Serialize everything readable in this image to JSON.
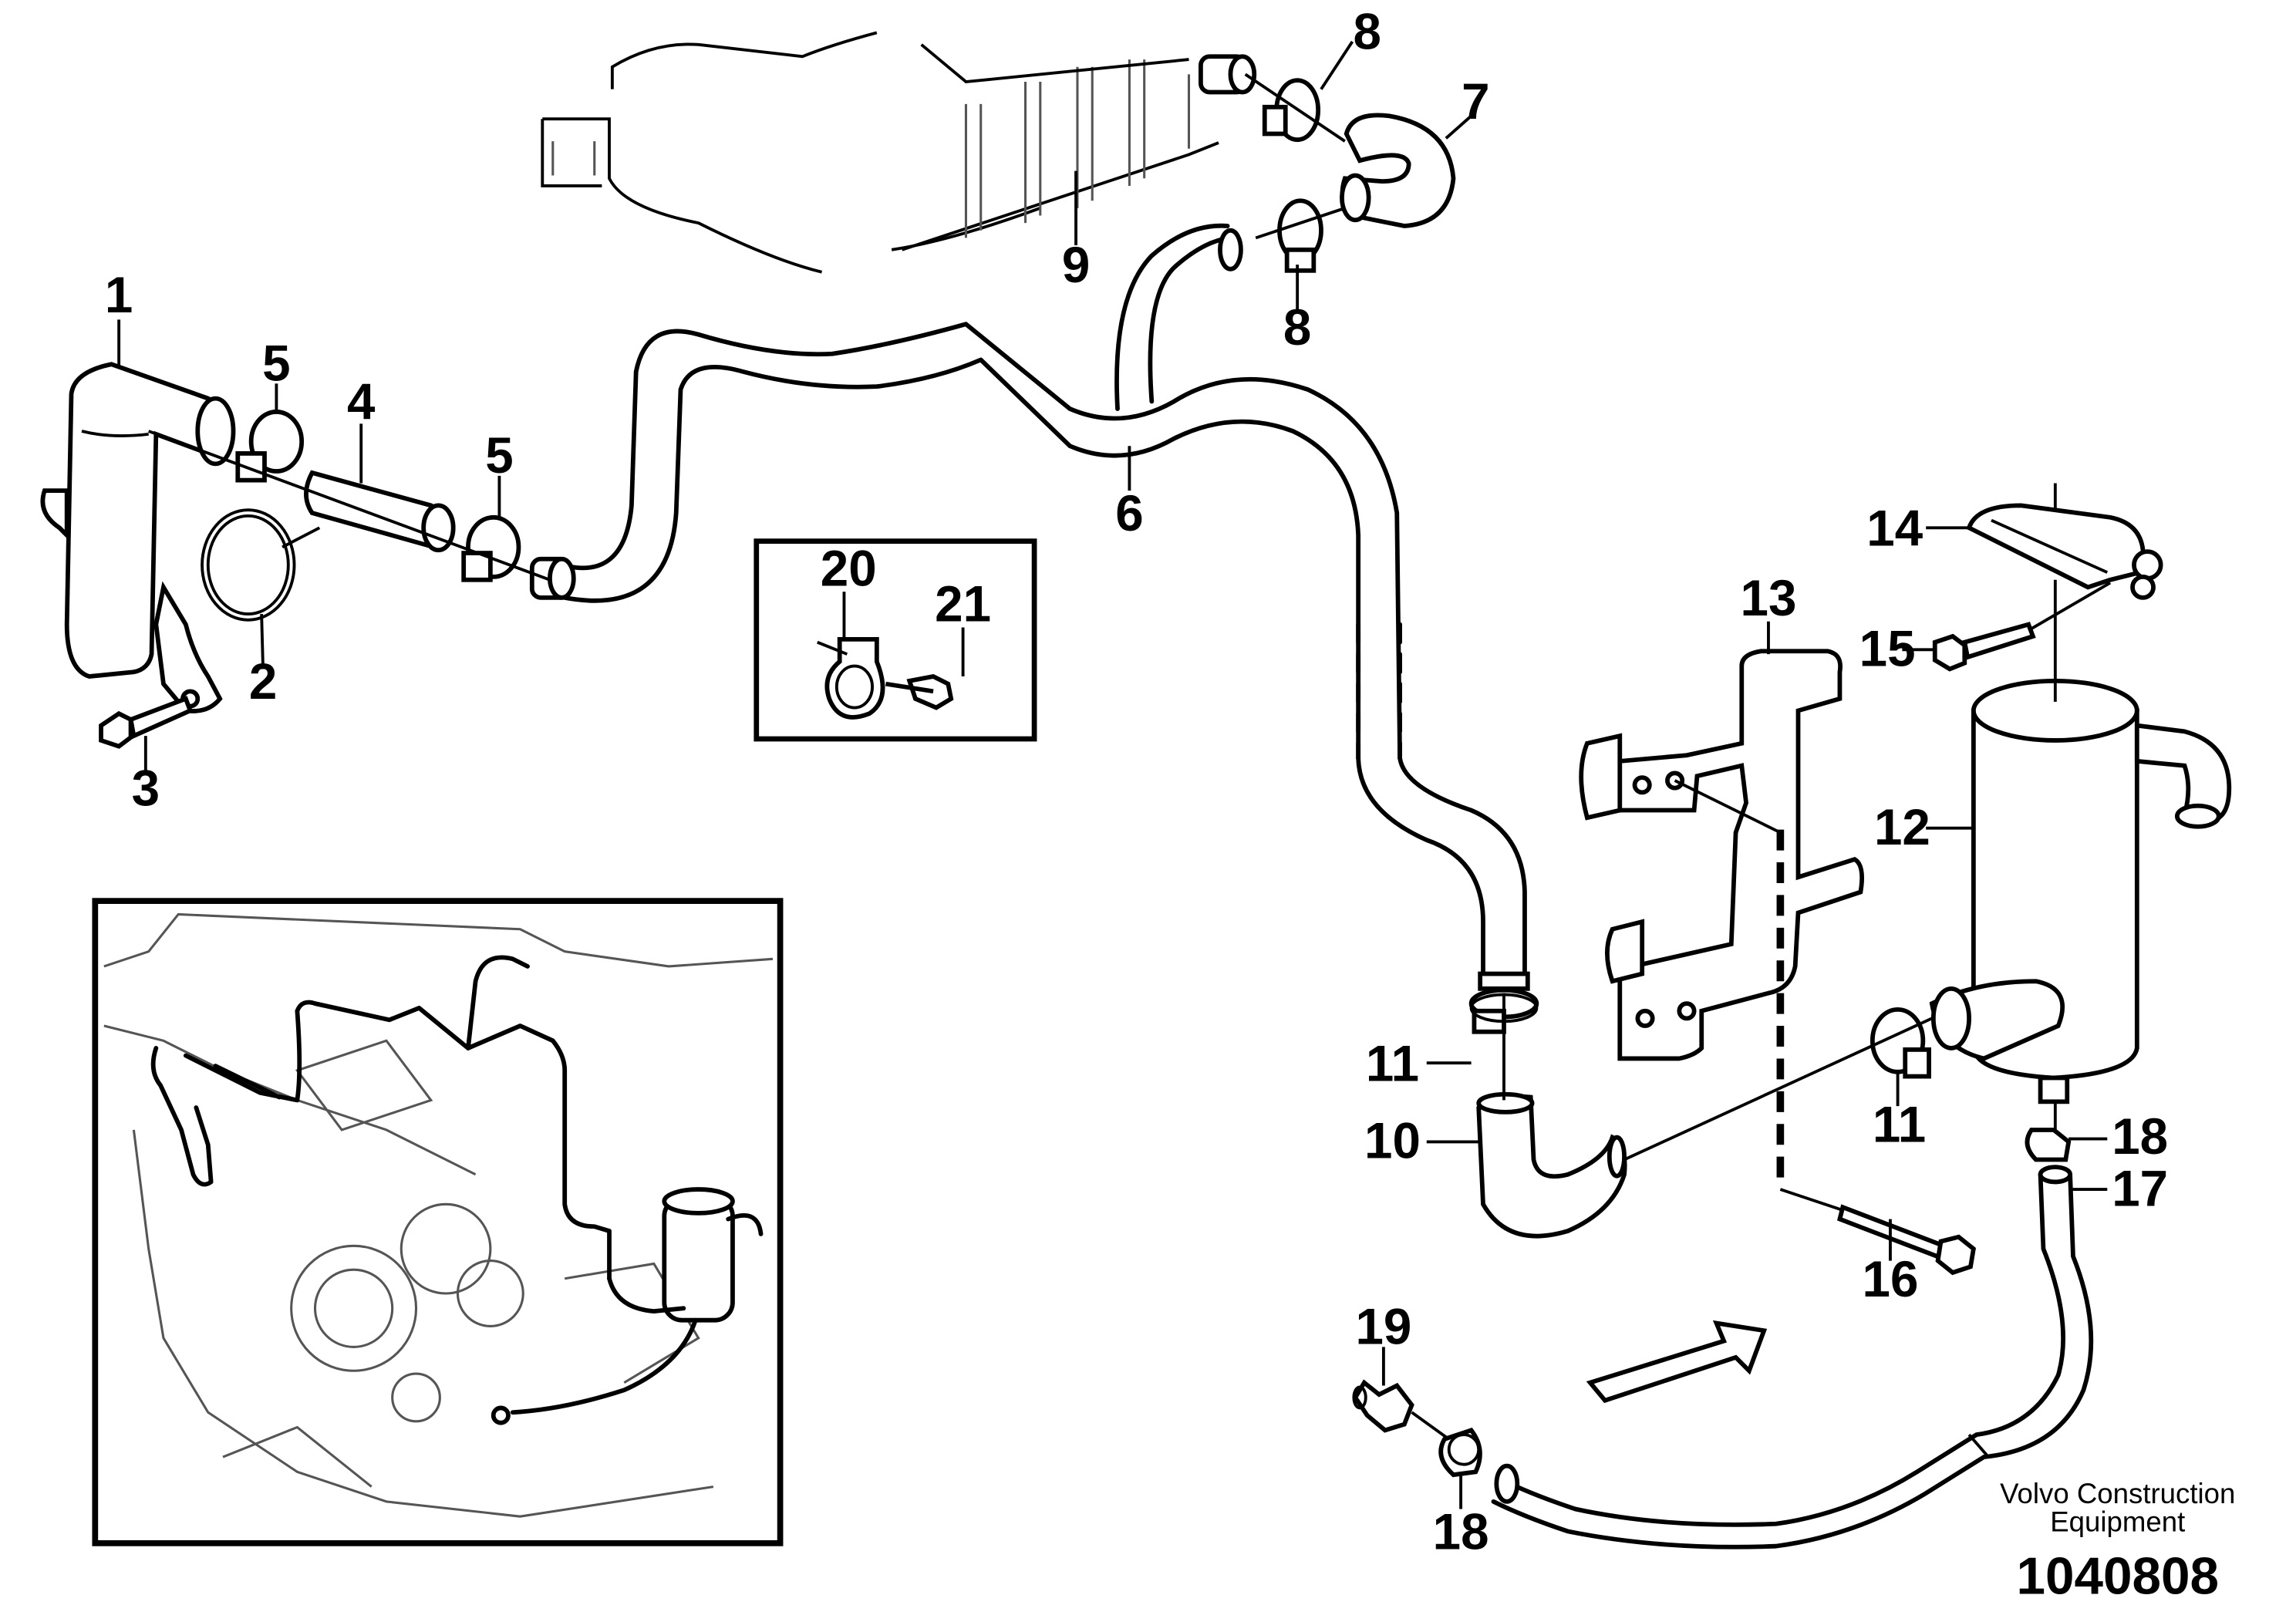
{
  "labels": {
    "n1": "1",
    "n2": "2",
    "n3": "3",
    "n4": "4",
    "n5a": "5",
    "n5b": "5",
    "n6": "6",
    "n7": "7",
    "n8a": "8",
    "n8b": "8",
    "n9": "9",
    "n10": "10",
    "n11a": "11",
    "n11b": "11",
    "n12": "12",
    "n13": "13",
    "n14": "14",
    "n15": "15",
    "n16": "16",
    "n17": "17",
    "n18a": "18",
    "n18b": "18",
    "n19": "19",
    "n20": "20",
    "n21": "21"
  },
  "credit": {
    "line1": "Volvo Construction",
    "line2": "Equipment",
    "doc_id": "1040808"
  }
}
